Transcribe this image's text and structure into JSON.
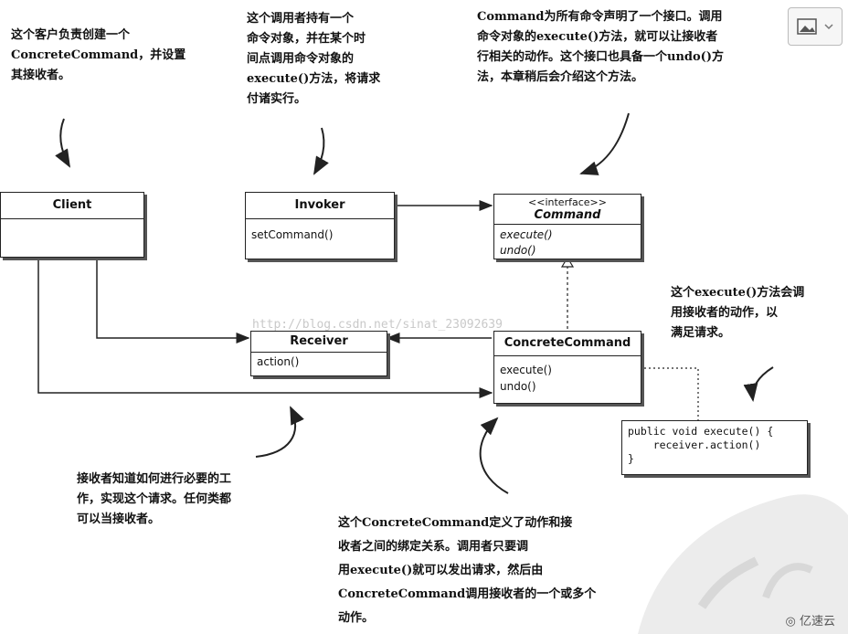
{
  "classes": {
    "client": {
      "name": "Client"
    },
    "invoker": {
      "name": "Invoker",
      "methods": [
        "setCommand()"
      ]
    },
    "command": {
      "stereotype": "<<interface>>",
      "name": "Command",
      "methods": [
        "execute()",
        "undo()"
      ]
    },
    "receiver": {
      "name": "Receiver",
      "methods": [
        "action()"
      ]
    },
    "concrete": {
      "name": "ConcreteCommand",
      "methods": [
        "execute()",
        "undo()"
      ]
    }
  },
  "notes": {
    "client": [
      "这个客户负责创建一个",
      "ConcreteCommand，并设置",
      "其接收者。"
    ],
    "invoker": [
      "这个调用者持有一个",
      "命令对象，并在某个时",
      "间点调用命令对象的",
      "execute()方法，将请求",
      "付诸实行。"
    ],
    "command": [
      "Command为所有命令声明了一个接口。调用",
      "命令对象的execute()方法，就可以让接收者",
      "行相关的动作。这个接口也具备一个undo()方",
      "法，本章稍后会介绍这个方法。"
    ],
    "execute": [
      "这个execute()方法会调",
      "用接收者的动作，以",
      "满足请求。"
    ],
    "receiver": [
      "接收者知道如何进行必要的工",
      "作，实现这个请求。任何类都",
      "可以当接收者。"
    ],
    "concrete": [
      "这个ConcreteCommand定义了动作和接",
      "收者之间的绑定关系。调用者只要调",
      "用execute()就可以发出请求，然后由",
      "ConcreteCommand调用接收者的一个或多个",
      "动作。"
    ]
  },
  "code": [
    "public void execute() {",
    "    receiver.action()",
    "}"
  ],
  "watermark": "http://blog.csdn.net/sinat_23092639",
  "logo": "亿速云",
  "colors": {
    "line": "#222222",
    "watermark": "#c9c9c9",
    "deco": "#e6e6e6"
  }
}
